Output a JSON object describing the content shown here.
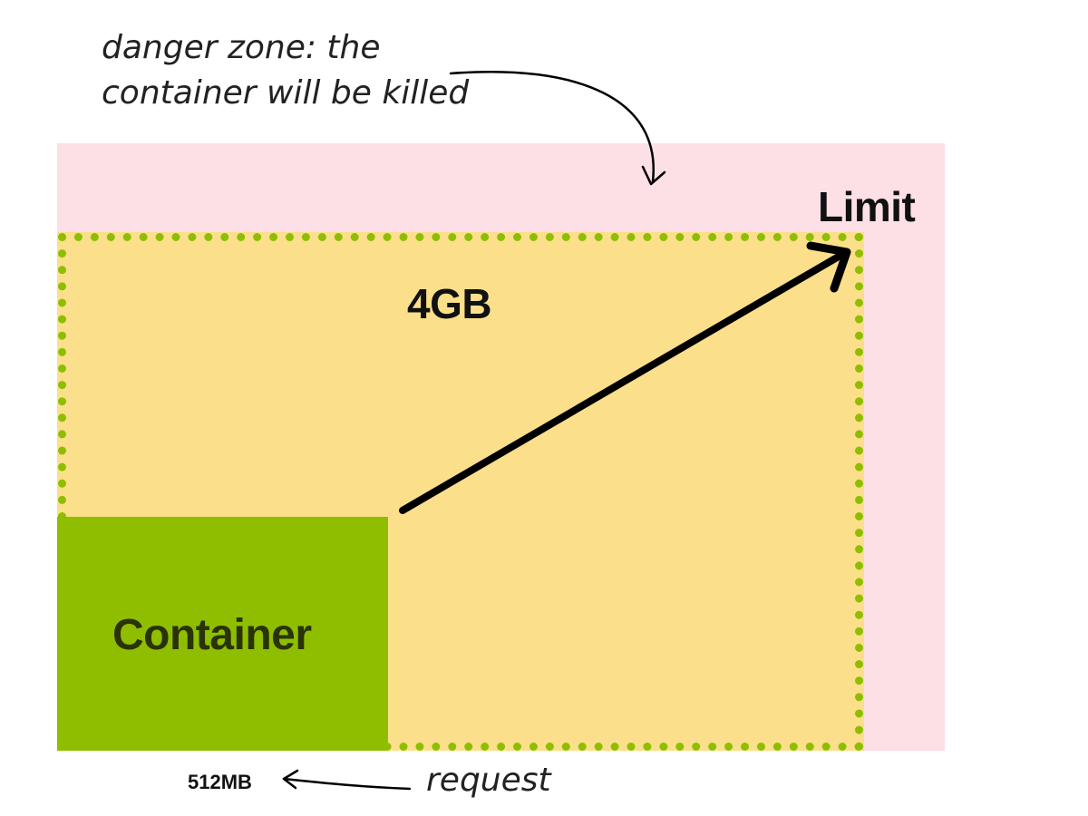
{
  "diagram": {
    "colors": {
      "danger_zone": "#fde0e6",
      "request_area": "#fbdf8b",
      "limit_border": "#8fbe00",
      "container": "#8fbe00",
      "arrow": "#000000"
    },
    "annotations": {
      "danger_line1": "danger zone: the",
      "danger_line2": "container will be killed",
      "request_note": "request"
    },
    "labels": {
      "limit": "Limit",
      "limit_size": "4GB",
      "container": "Container",
      "request_size": "512MB"
    }
  }
}
